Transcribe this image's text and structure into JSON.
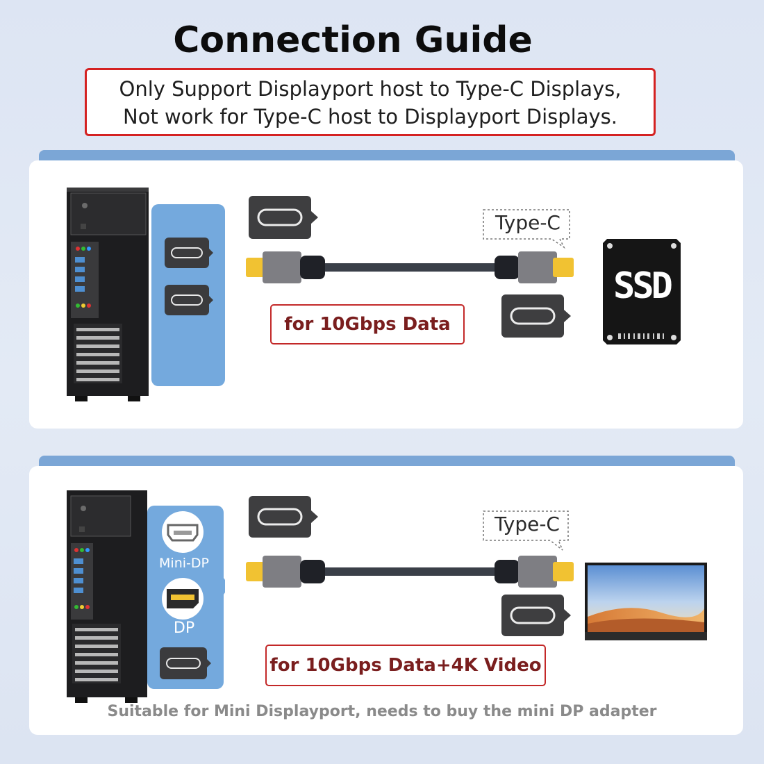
{
  "title": "Connection Guide",
  "notice": {
    "line1": "Only Support Displayport host to Type-C Displays,",
    "line2": "Not work for Type-C host to Displayport Displays."
  },
  "panel1": {
    "connector_label": "Type-C",
    "speed_label": "for 10Gbps Data",
    "device_label": "SSD"
  },
  "panel2": {
    "connector_label": "Type-C",
    "speed_label": "for 10Gbps Data+4K Video",
    "port1_label": "Mini-DP",
    "port2_label": "DP",
    "footnote": "Suitable for Mini Displayport, needs to buy the mini DP adapter"
  },
  "colors": {
    "accent_red": "#c32828",
    "panel_blue": "#74a9dd",
    "connector_gold": "#f1c232"
  }
}
